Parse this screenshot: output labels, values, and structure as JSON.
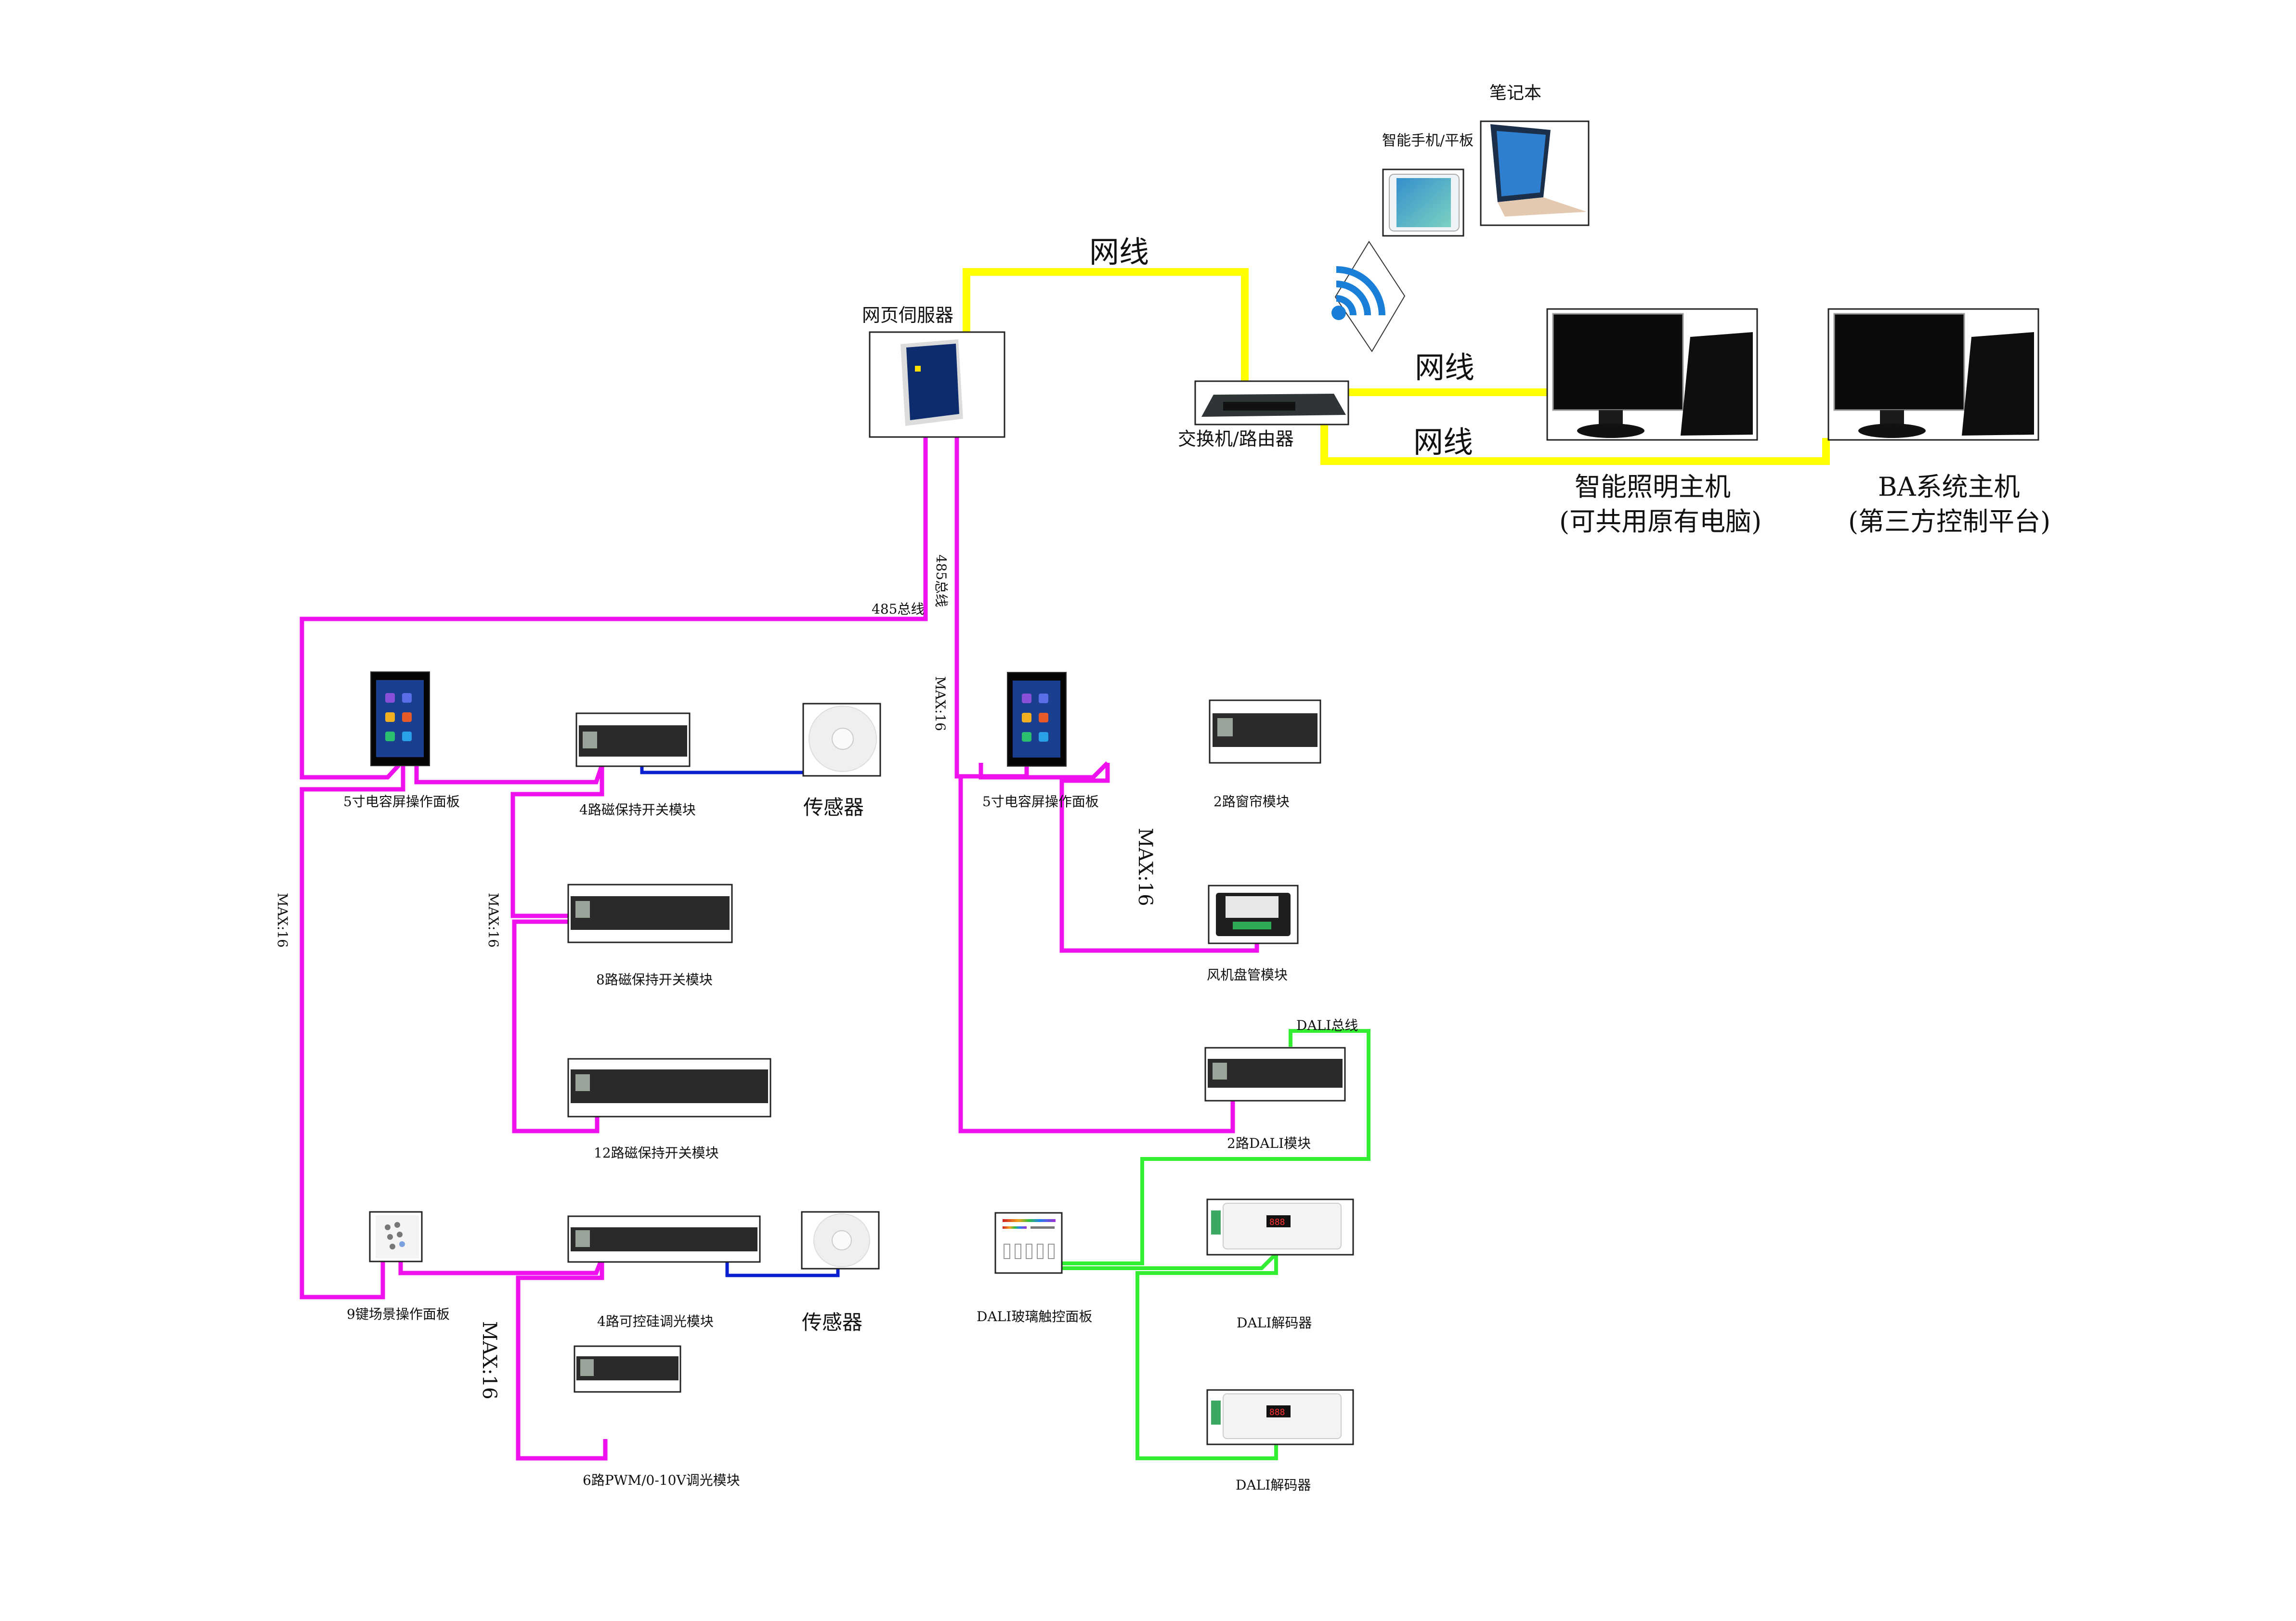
{
  "colors": {
    "ethernet": "#ffff00",
    "rs485": "#ee11ee",
    "dali": "#33ee33",
    "sensor": "#0a1fd0",
    "device_dark": "#2a2a2a",
    "screen_blue": "#1a3f8f",
    "wifi_blue": "#1a7fd6"
  },
  "top": {
    "tablet_label": "智能手机/平板",
    "laptop_label": "笔记本",
    "web_server_label": "网页伺服器",
    "switch_label": "交换机/路由器",
    "ethernet_label_1": "网线",
    "ethernet_label_2": "网线",
    "ethernet_label_3": "网线",
    "host1_label_line1": "智能照明主机",
    "host1_label_line2": "(可共用原有电脑)",
    "host2_label_line1": "BA系统主机",
    "host2_label_line2": "(第三方控制平台)",
    "wifi_icon": "wifi-icon"
  },
  "bus": {
    "rs485_label_horizontal": "485总线",
    "rs485_label_vertical": "485总线",
    "max_main_right": "MAX:16",
    "max_left_trunk": "MAX:16",
    "max_left_branch": "MAX:16",
    "max_bottom_left": "MAX:16",
    "max_right_branch": "MAX:16",
    "dali_bus_label": "DALI总线"
  },
  "left_devices": {
    "touch_panel_5in": "5寸电容屏操作面板",
    "relay_4ch": "4路磁保持开关模块",
    "sensor_1": "传感器",
    "relay_8ch": "8路磁保持开关模块",
    "relay_12ch": "12路磁保持开关模块",
    "scene_panel_9key": "9键场景操作面板",
    "dimmer_4ch": "4路可控硅调光模块",
    "sensor_2": "传感器",
    "dimmer_6ch_pwm": "6路PWM/0-10V调光模块"
  },
  "right_devices": {
    "touch_panel_5in": "5寸电容屏操作面板",
    "curtain_2ch": "2路窗帘模块",
    "fan_coil": "风机盘管模块",
    "dali_2ch": "2路DALI模块",
    "dali_glass_panel": "DALI玻璃触控面板",
    "dali_decoder_1": "DALI解码器",
    "dali_decoder_2": "DALI解码器"
  }
}
